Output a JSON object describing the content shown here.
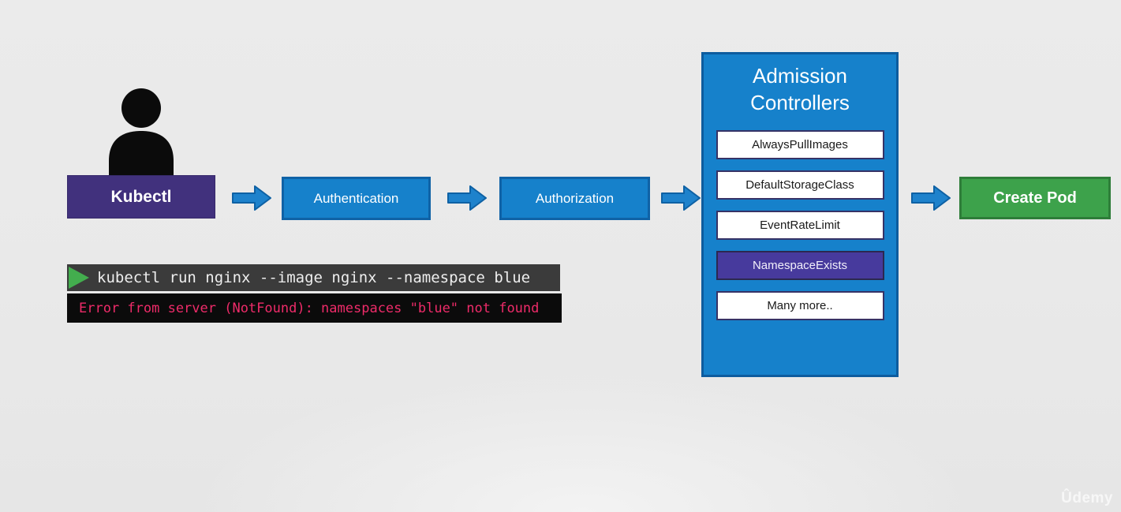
{
  "flow": {
    "kubectl_label": "Kubectl",
    "authentication_label": "Authentication",
    "authorization_label": "Authorization",
    "create_pod_label": "Create Pod"
  },
  "admission": {
    "title": "Admission Controllers",
    "items": [
      {
        "label": "AlwaysPullImages"
      },
      {
        "label": "DefaultStorageClass"
      },
      {
        "label": "EventRateLimit"
      },
      {
        "label": "NamespaceExists"
      },
      {
        "label": "Many more.."
      }
    ],
    "highlighted_item": "NamespaceExists"
  },
  "terminal": {
    "command": "kubectl run nginx --image nginx --namespace blue",
    "error": "Error from server (NotFound): namespaces \"blue\" not found"
  },
  "watermark": "Ûdemy",
  "icons": {
    "user": "user-icon",
    "flow_arrow": "flow-arrow-icon",
    "play": "play-icon"
  },
  "colors": {
    "background": "#e9e9e9",
    "box_blue": "#1681cb",
    "box_blue_border": "#0f62a6",
    "kubectl_purple": "#41317d",
    "highlight_purple": "#473a9d",
    "item_border_navy": "#363266",
    "create_pod_green": "#3da24b",
    "create_pod_border": "#2e7d39",
    "arrow_blue": "#1e82cc",
    "arrow_border": "#0e61a4",
    "terminal_bg": "#3b3b3b",
    "terminal_text": "#eeeeee",
    "play_green": "#43ad4e",
    "error_bg": "#0b0b0b",
    "error_text": "#ee2b69"
  }
}
